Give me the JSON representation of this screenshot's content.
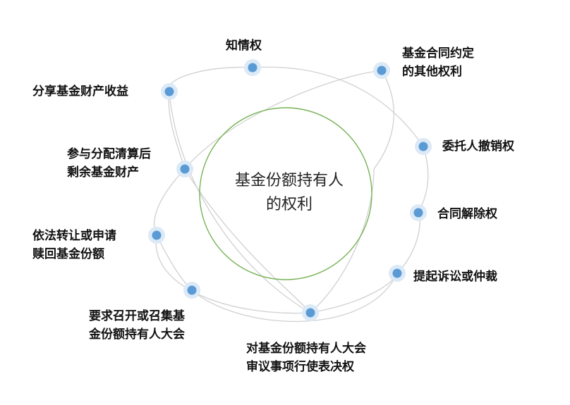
{
  "center": {
    "line1": "基金份额持有人",
    "line2": "的权利"
  },
  "rights": [
    {
      "line1": "知情权",
      "line2": ""
    },
    {
      "line1": "基金合同约定",
      "line2": "的其他权利"
    },
    {
      "line1": "分享基金财产收益",
      "line2": ""
    },
    {
      "line1": "委托人撤销权",
      "line2": ""
    },
    {
      "line1": "参与分配清算后",
      "line2": "剩余基金财产"
    },
    {
      "line1": "合同解除权",
      "line2": ""
    },
    {
      "line1": "依法转让或申请",
      "line2": "赎回基金份额"
    },
    {
      "line1": "提起诉讼或仲裁",
      "line2": ""
    },
    {
      "line1": "要求召开或召集基",
      "line2": "金份额持有人大会"
    },
    {
      "line1": "对基金份额持有人大会",
      "line2": "审议事项行使表决权"
    }
  ],
  "colors": {
    "node": "#5b9bd5",
    "node_halo": "#dce9f6",
    "center_ring": "#77b255",
    "orbit": "#d0d0d0"
  }
}
